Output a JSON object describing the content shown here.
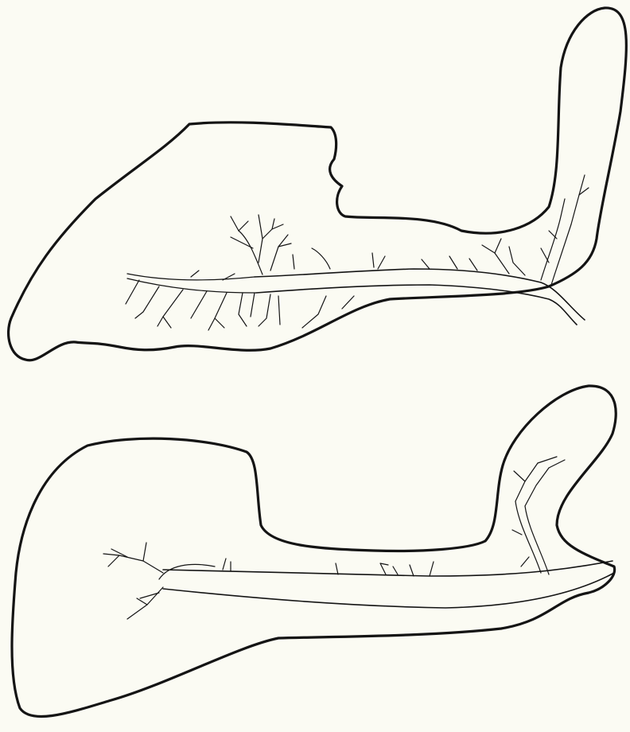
{
  "colors": {
    "paper": "#fbfbf3",
    "ink": "#141414"
  },
  "figures": [
    {
      "id": "upper",
      "parts": [
        "outline",
        "main-duct",
        "left-branches",
        "upper-tuft",
        "right-branches"
      ]
    },
    {
      "id": "lower",
      "parts": [
        "outline",
        "main-duct",
        "left-branches",
        "right-branches"
      ]
    }
  ]
}
